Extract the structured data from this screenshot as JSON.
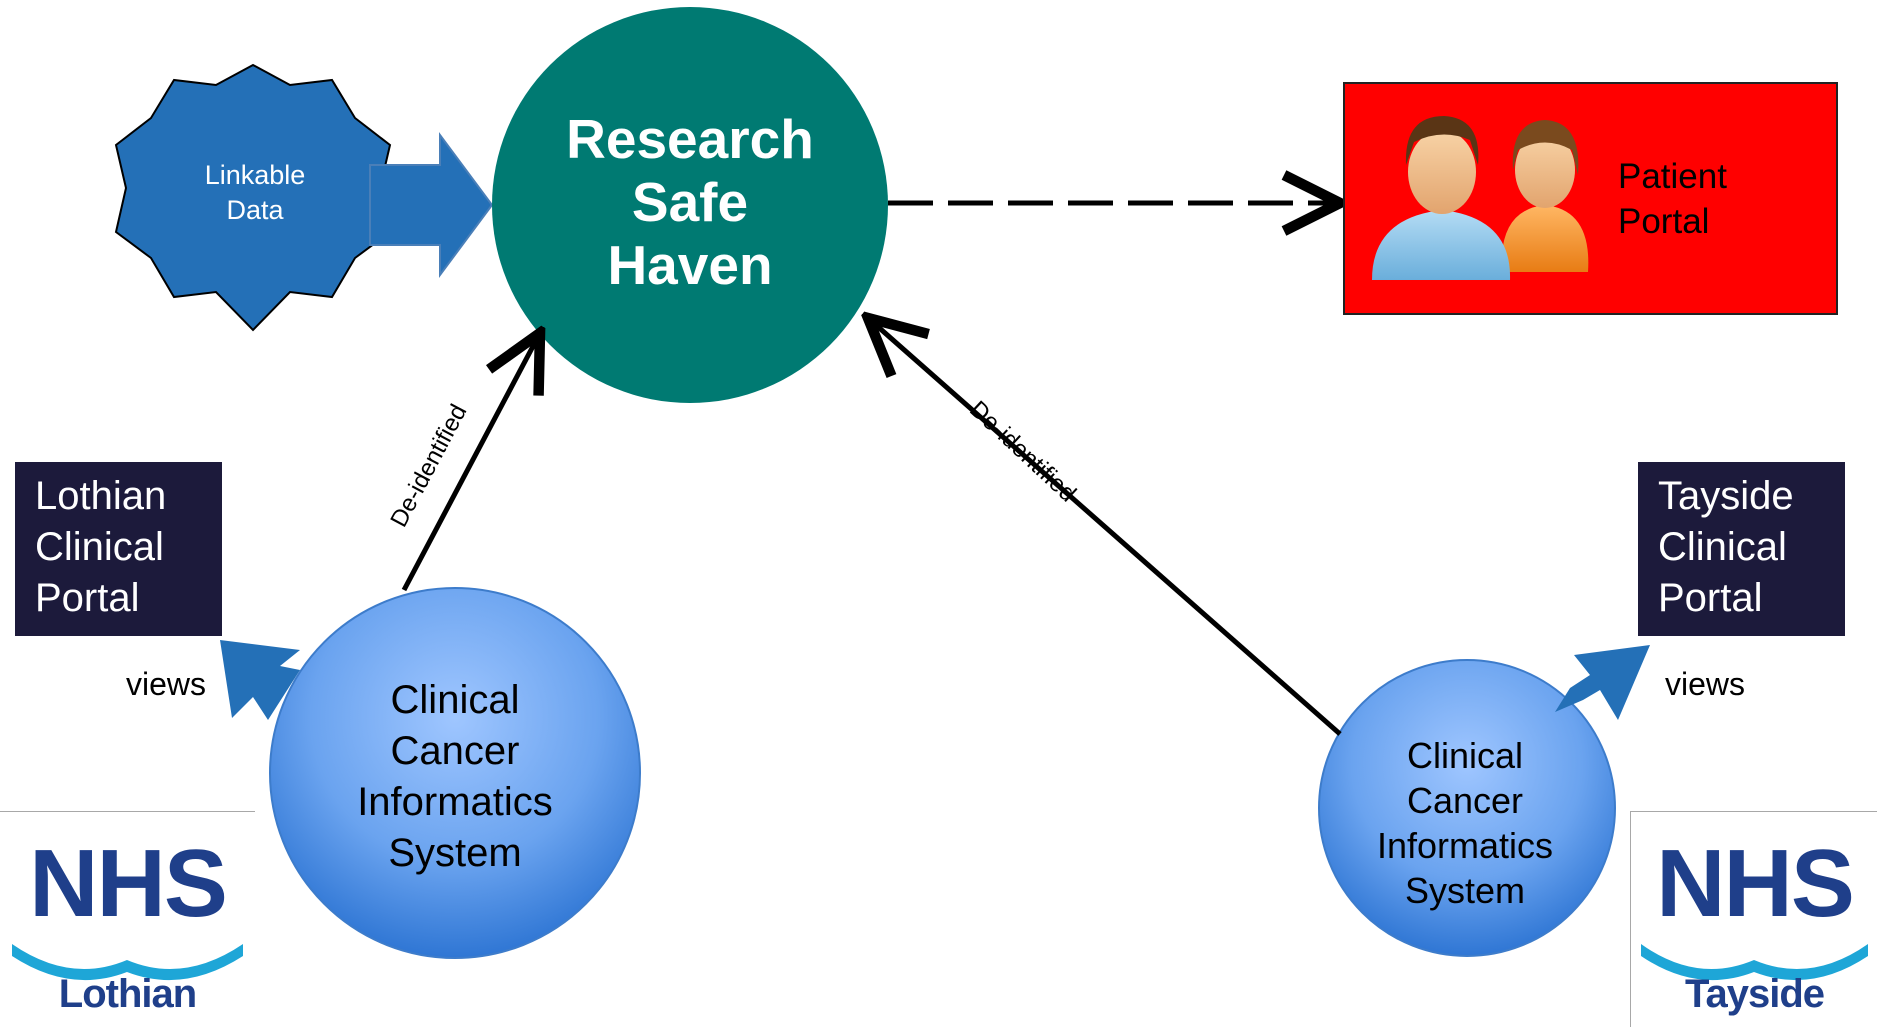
{
  "nodes": {
    "research_safe_haven": {
      "lines": [
        "Research",
        "Safe",
        "Haven"
      ]
    },
    "linkable_data": {
      "lines": [
        "Linkable",
        "Data"
      ]
    },
    "patient_portal": {
      "lines": [
        "Patient",
        "Portal"
      ]
    },
    "lothian_portal": {
      "lines": [
        "Lothian",
        "Clinical",
        "Portal"
      ]
    },
    "tayside_portal": {
      "lines": [
        "Tayside",
        "Clinical",
        "Portal"
      ]
    },
    "ccis_lothian": {
      "lines": [
        "Clinical",
        "Cancer",
        "Informatics",
        "System"
      ]
    },
    "ccis_tayside": {
      "lines": [
        "Clinical",
        "Cancer",
        "Informatics",
        "System"
      ]
    }
  },
  "edges": {
    "views_left": "views",
    "views_right": "views",
    "deid_left": "De-identified",
    "deid_right": "De-identified"
  },
  "logos": {
    "lothian": {
      "word": "NHS",
      "region": "Lothian"
    },
    "tayside": {
      "word": "NHS",
      "region": "Tayside"
    }
  },
  "colors": {
    "safe_haven": "#007a72",
    "linkable": "#2470b7",
    "patient_box": "#ff0000",
    "portal_box": "#1c1a3b",
    "ccis": "#6aa3ef",
    "arrow_blue": "#2470b7",
    "nhs_blue": "#1f3f8a",
    "nhs_swoosh": "#1ea6d7"
  },
  "icons": {
    "patients": "people-icon"
  }
}
